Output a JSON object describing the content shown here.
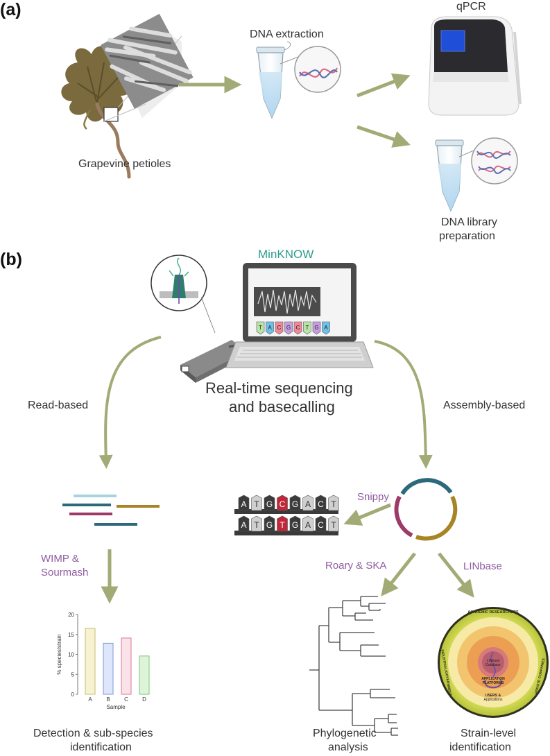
{
  "panel_a": {
    "label": "(a)",
    "grapevine": "Grapevine petioles",
    "dna_extraction": "DNA extraction",
    "qpcr": "qPCR",
    "library_prep_line1": "DNA library",
    "library_prep_line2": "preparation"
  },
  "panel_b": {
    "label": "(b)",
    "software": "MinKNOW",
    "sequence_bases": [
      "T",
      "A",
      "C",
      "G",
      "C",
      "T",
      "G",
      "A"
    ],
    "sequencing_line1": "Real-time sequencing",
    "sequencing_line2": "and basecalling",
    "read_based": "Read-based",
    "assembly_based": "Assembly-based",
    "tool_wimp_line1": "WIMP &",
    "tool_wimp_line2": "Sourmash",
    "tool_snippy": "Snippy",
    "tool_roary": "Roary & SKA",
    "tool_linbase": "LINbase",
    "snp_ref": [
      "A",
      "T",
      "G",
      "C",
      "G",
      "A",
      "C",
      "T"
    ],
    "snp_alt": [
      "A",
      "T",
      "G",
      "T",
      "G",
      "A",
      "C",
      "T"
    ],
    "out_detection_line1": "Detection & sub-species",
    "out_detection_line2": "identification",
    "out_phylo_line1": "Phylogenetic",
    "out_phylo_line2": "analysis",
    "out_strain_line1": "Strain-level",
    "out_strain_line2": "identification",
    "lin_ring_outer_top": "ACADEMIC RESEARCHERS",
    "lin_ring_outer_left": "INDUSTRIAL/GOVERNMENT",
    "lin_ring_outer_right": "PRIVATE COMPANIES",
    "lin_center_line1": "LINbase",
    "lin_center_line2": "Database",
    "lin_platforms_line1": "APPLICATION",
    "lin_platforms_line2": "PLATFORMS",
    "lin_users_line1": "USERS &",
    "lin_users_line2": "Applications"
  },
  "colors": {
    "arrow": "#a2ab76",
    "tool_text": "#8e5ba0",
    "minknow": "#2a9d8f",
    "base_T": "#b9e4a8",
    "base_A": "#6fc1ea",
    "base_C": "#f08a9a",
    "base_G": "#c69de1"
  },
  "chart_data": {
    "type": "bar",
    "categories": [
      "A",
      "B",
      "C",
      "D"
    ],
    "values": [
      16.5,
      12.8,
      14.1,
      9.6
    ],
    "xlabel": "Sample",
    "ylabel": "% species/strain",
    "ylim": [
      0,
      20
    ],
    "yticks": [
      0,
      5,
      10,
      15,
      20
    ],
    "bar_fills": [
      "#f7f3d2",
      "#dde6fb",
      "#fbe1e8",
      "#def4da"
    ],
    "bar_strokes": [
      "#c9be6a",
      "#7d96d6",
      "#d47a97",
      "#7bc670"
    ]
  }
}
